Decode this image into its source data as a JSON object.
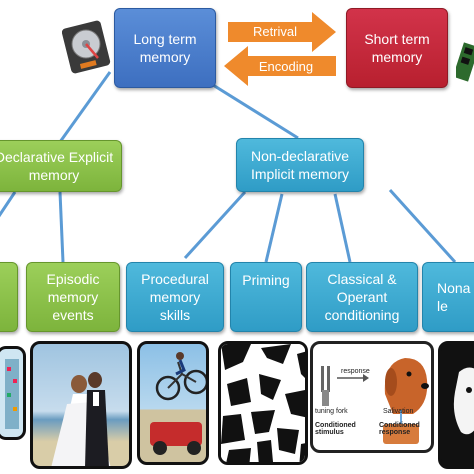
{
  "nodes": {
    "long_term": "Long term\nmemory",
    "short_term": "Short term\nmemory",
    "declarative": "Declarative Explicit\nmemory",
    "non_declarative": "Non-declarative\nImplicit memory",
    "episodic": "Episodic\nmemory\nevents",
    "procedural": "Procedural\nmemory\nskills",
    "priming": "Priming",
    "classical": "Classical &\nOperant\nconditioning",
    "nonassociative": "Nona\nle"
  },
  "arrows": {
    "retrival": "Retrival",
    "encoding": "Encoding"
  },
  "figure_labels": {
    "tuning_fork": "tuning fork",
    "response": "response",
    "conditioned_stimulus": "Conditioned stimulus",
    "salivation": "Salivation",
    "conditioned_response": "Conditioned response"
  },
  "colors": {
    "blue": "#4a7fcf",
    "red": "#c4283c",
    "green": "#8cc34b",
    "cyan": "#3eaad3",
    "arrow_orange": "#ef8a2c",
    "connector": "#5b9bd5"
  },
  "icons": [
    "hard-drive-icon",
    "memory-chip-icon"
  ]
}
